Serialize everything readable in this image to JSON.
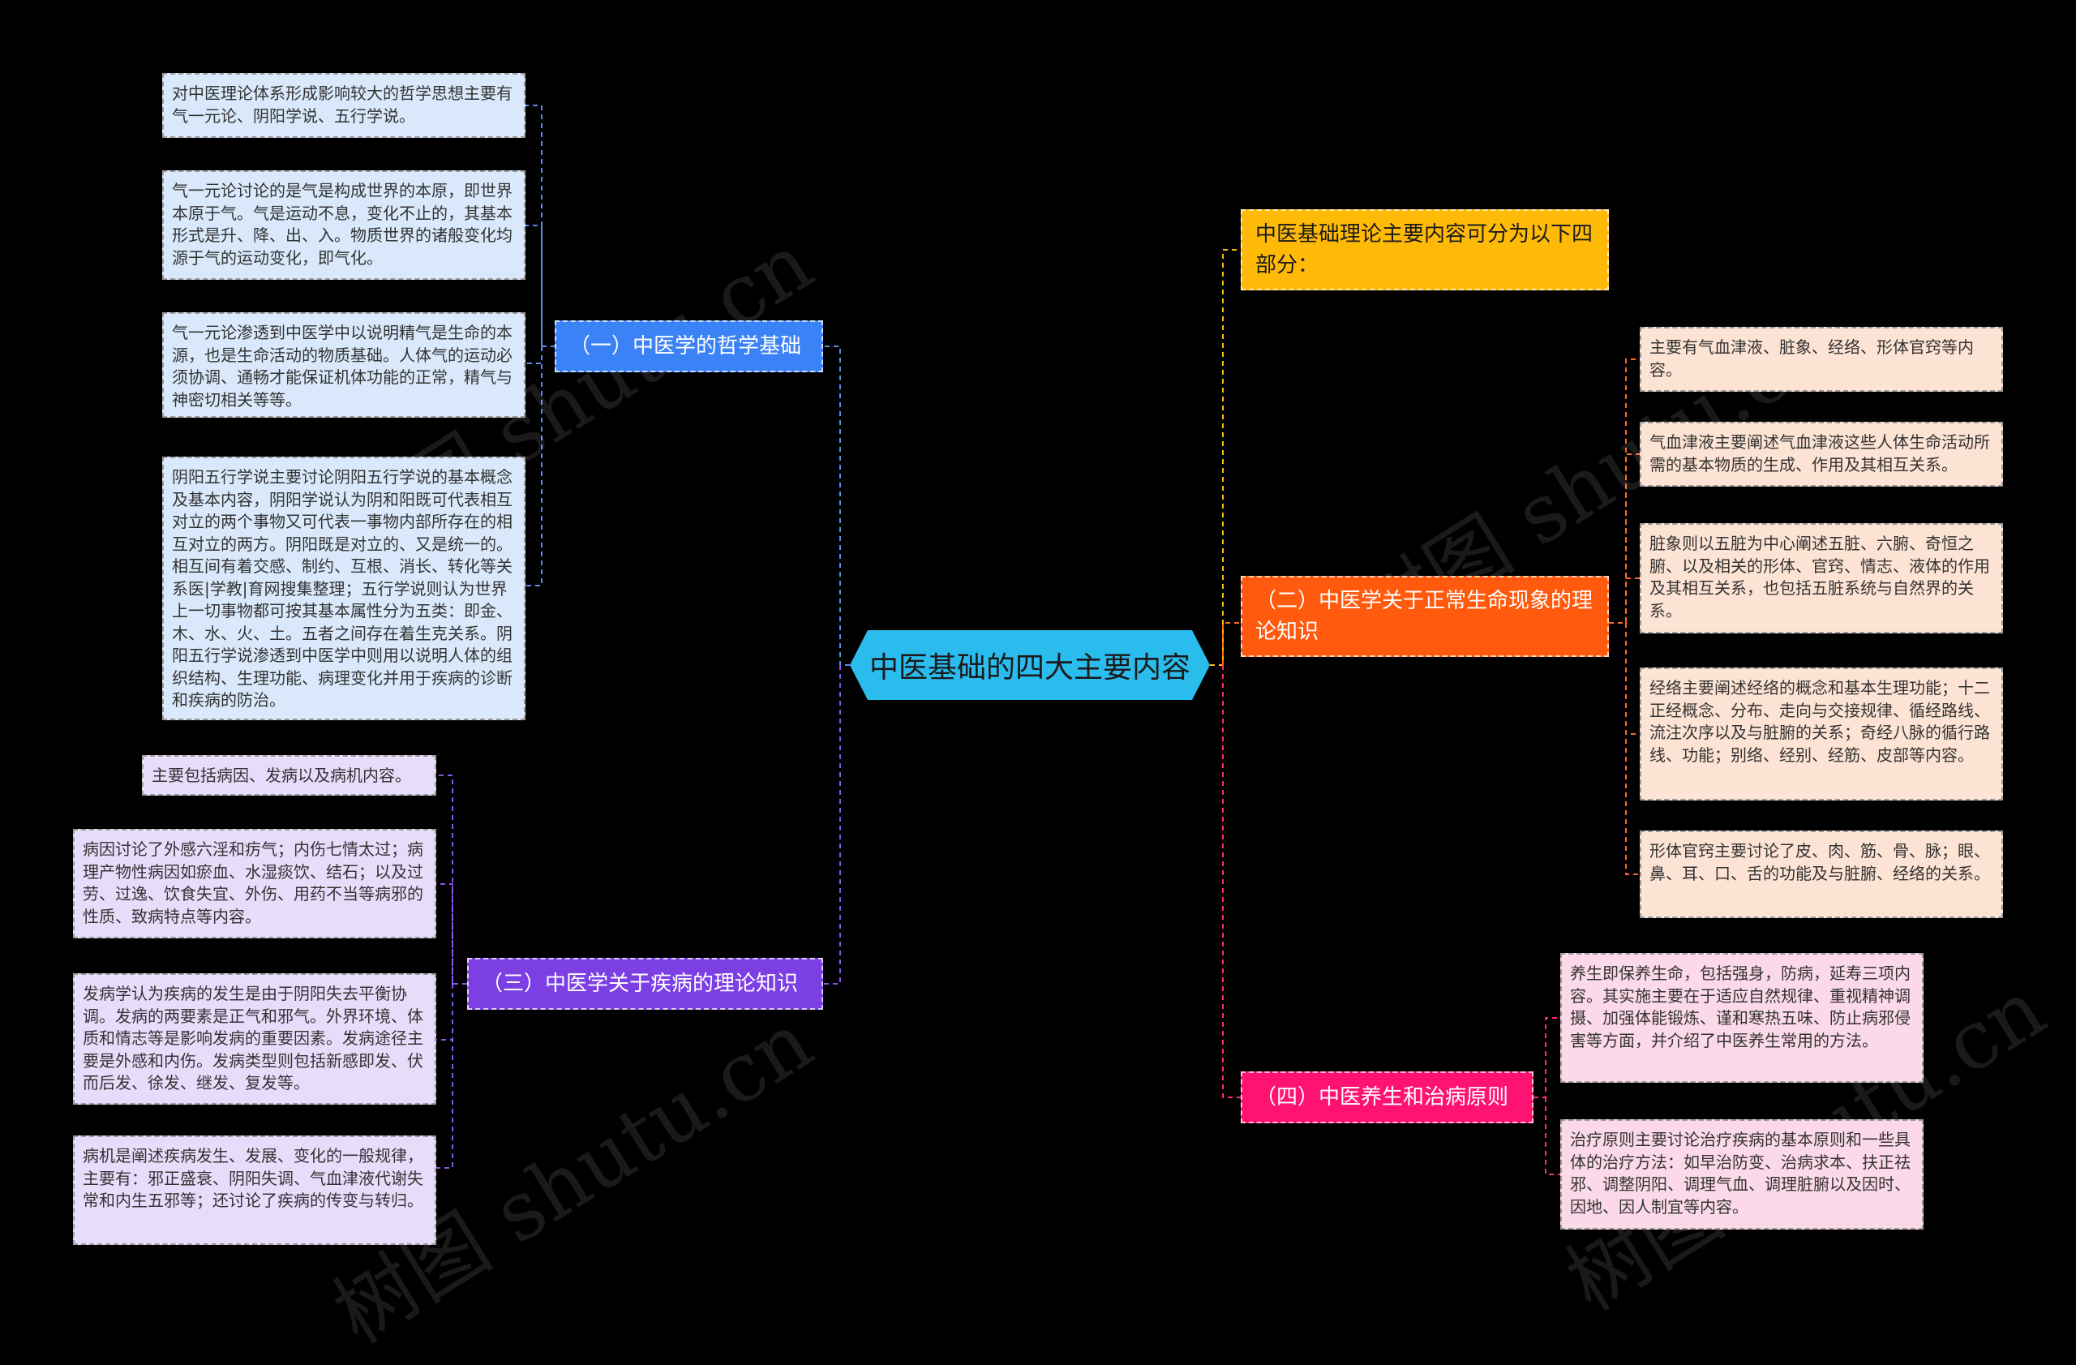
{
  "root": {
    "label": "中医基础的四大主要内容",
    "color": "#2bbcee"
  },
  "watermark": {
    "text": "树图 shutu.cn"
  },
  "intro": {
    "text": "中医基础理论主要内容可分为以下四部分：",
    "color": "#ffba07"
  },
  "branches": [
    {
      "id": "b1",
      "label": "（一）中医学的哲学基础",
      "color": "#3b82f6",
      "children": [
        "对中医理论体系形成影响较大的哲学思想主要有气一元论、阴阳学说、五行学说。",
        "气一元论讨论的是气是构成世界的本原，即世界本原于气。气是运动不息，变化不止的，其基本形式是升、降、出、入。物质世界的诸般变化均源于气的运动变化，即气化。",
        "气一元论渗透到中医学中以说明精气是生命的本源，也是生命活动的物质基础。人体气的运动必须协调、通畅才能保证机体功能的正常，精气与神密切相关等等。",
        "阴阳五行学说主要讨论阴阳五行学说的基本概念及基本内容，阴阳学说认为阴和阳既可代表相互对立的两个事物又可代表一事物内部所存在的相互对立的两方。阴阳既是对立的、又是统一的。相互间有着交感、制约、互根、消长、转化等关系医|学教|育网搜集整理；五行学说则认为世界上一切事物都可按其基本属性分为五类：即金、木、水、火、土。五者之间存在着生克关系。阴阳五行学说渗透到中医学中则用以说明人体的组织结构、生理功能、病理变化并用于疾病的诊断和疾病的防治。"
      ]
    },
    {
      "id": "b2",
      "label": "（二）中医学关于正常生命现象的理论知识",
      "color": "#ff5a0d",
      "children": [
        "主要有气血津液、脏象、经络、形体官窍等内容。",
        "气血津液主要阐述气血津液这些人体生命活动所需的基本物质的生成、作用及其相互关系。",
        "脏象则以五脏为中心阐述五脏、六腑、奇恒之腑、以及相关的形体、官窍、情志、液体的作用及其相互关系，也包括五脏系统与自然界的关系。",
        "经络主要阐述经络的概念和基本生理功能；十二正经概念、分布、走向与交接规律、循经路线、流注次序以及与脏腑的关系；奇经八脉的循行路线、功能；别络、经别、经筋、皮部等内容。",
        "形体官窍主要讨论了皮、肉、筋、骨、脉；眼、鼻、耳、口、舌的功能及与脏腑、经络的关系。"
      ]
    },
    {
      "id": "b3",
      "label": "（三）中医学关于疾病的理论知识",
      "color": "#7b3fe4",
      "children": [
        "主要包括病因、发病以及病机内容。",
        "病因讨论了外感六淫和疠气；内伤七情太过；病理产物性病因如瘀血、水湿痰饮、结石；以及过劳、过逸、饮食失宜、外伤、用药不当等病邪的性质、致病特点等内容。",
        "发病学认为疾病的发生是由于阴阳失去平衡协调。发病的两要素是正气和邪气。外界环境、体质和情志等是影响发病的重要因素。发病途径主要是外感和内伤。发病类型则包括新感即发、伏而后发、徐发、继发、复发等。",
        "病机是阐述疾病发生、发展、变化的一般规律，主要有：邪正盛衰、阴阳失调、气血津液代谢失常和内生五邪等；还讨论了疾病的传变与转归。"
      ]
    },
    {
      "id": "b4",
      "label": "（四）中医养生和治病原则",
      "color": "#ff1372",
      "children": [
        "养生即保养生命，包括强身，防病，延寿三项内容。其实施主要在于适应自然规律、重视精神调摄、加强体能锻炼、谨和寒热五味、防止病邪侵害等方面，并介绍了中医养生常用的方法。",
        "治疗原则主要讨论治疗疾病的基本原则和一些具体的治疗方法：如早治防变、治病求本、扶正祛邪、调整阴阳、调理气血、调理脏腑以及因时、因地、因人制宜等内容。"
      ]
    }
  ]
}
